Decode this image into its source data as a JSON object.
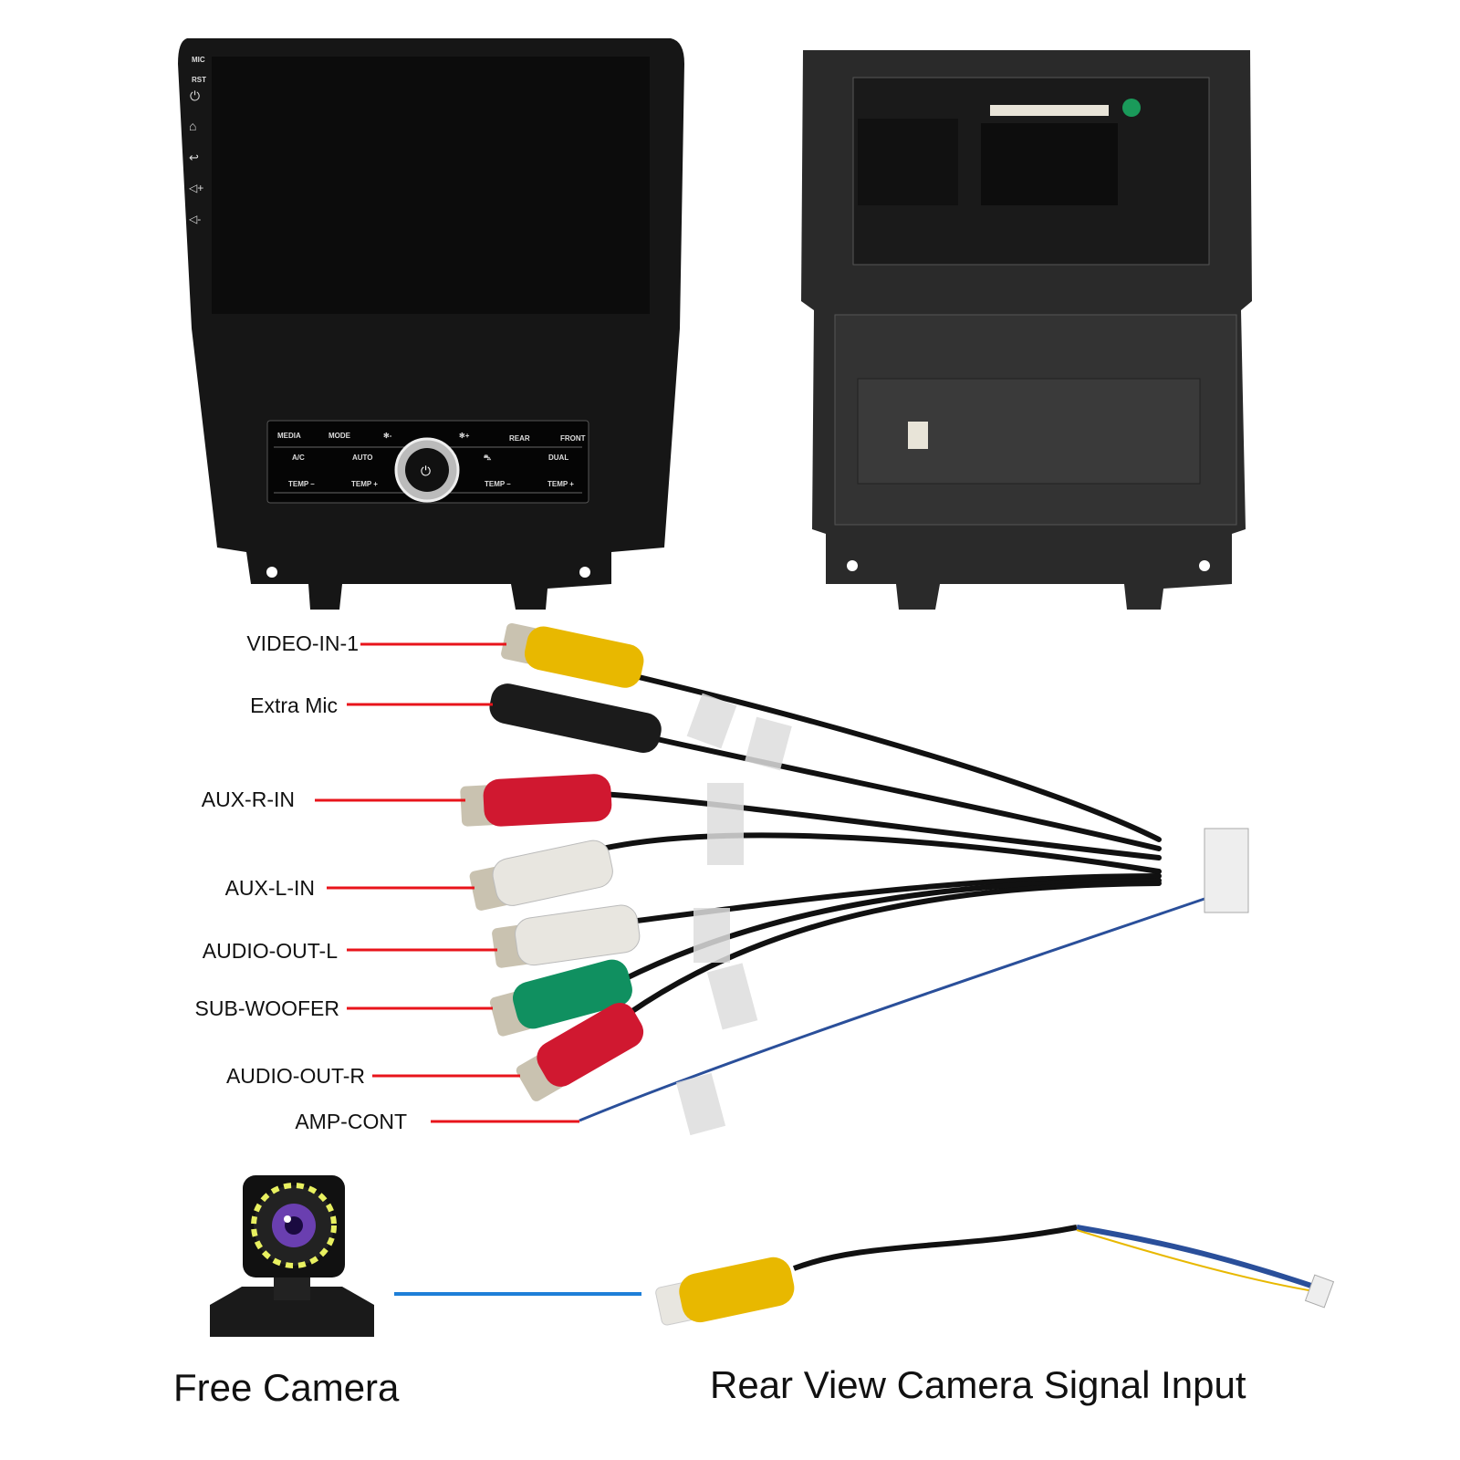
{
  "head_unit": {
    "side_buttons": {
      "mic": "MIC",
      "rst": "RST"
    },
    "climate_panel": {
      "top": [
        "MEDIA",
        "MODE",
        "REAR",
        "FRONT"
      ],
      "middle": [
        "A/C",
        "AUTO",
        "DUAL"
      ],
      "bottom": [
        "TEMP –",
        "TEMP +",
        "TEMP –",
        "TEMP +"
      ]
    }
  },
  "cable_labels": [
    "VIDEO-IN-1",
    "Extra Mic",
    "AUX-R-IN",
    "AUX-L-IN",
    "AUDIO-OUT-L",
    "SUB-WOOFER",
    "AUDIO-OUT-R",
    "AMP-CONT"
  ],
  "colors": {
    "leader_line": "#e8141b",
    "camera_link": "#1e7fd8",
    "yellow": "#e8b800",
    "red": "#d01830",
    "white": "#e8e6e0",
    "green": "#109060",
    "blue_wire": "#2a4f9a"
  },
  "captions": {
    "camera": "Free Camera",
    "rear_input": "Rear View Camera Signal Input"
  }
}
